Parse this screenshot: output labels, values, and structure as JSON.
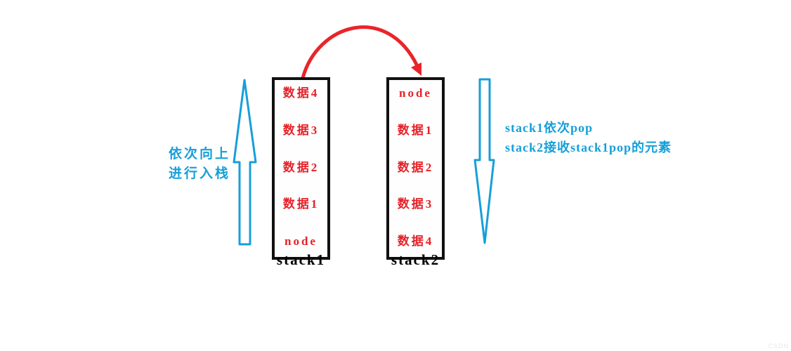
{
  "diagram": {
    "title_hint": "stack transfer diagram",
    "stacks": [
      {
        "label": "stack1",
        "items": [
          "数据4",
          "数据3",
          "数据2",
          "数据1",
          "node"
        ]
      },
      {
        "label": "stack2",
        "items": [
          "node",
          "数据1",
          "数据2",
          "数据3",
          "数据4"
        ]
      }
    ],
    "left_annotation": {
      "line1": "依次向上",
      "line2": "进行入栈"
    },
    "right_annotation": {
      "line1": "stack1依次pop",
      "line2": "stack2接收stack1pop的元素"
    },
    "colors": {
      "item_text_red": "#e62129",
      "transfer_arrow_red": "#e8252a",
      "annotation_cyan": "#169fd9",
      "stack_border_black": "#111111",
      "background": "#ffffff",
      "arrow_fill": "#ffffff"
    },
    "watermark": "CSDN"
  }
}
